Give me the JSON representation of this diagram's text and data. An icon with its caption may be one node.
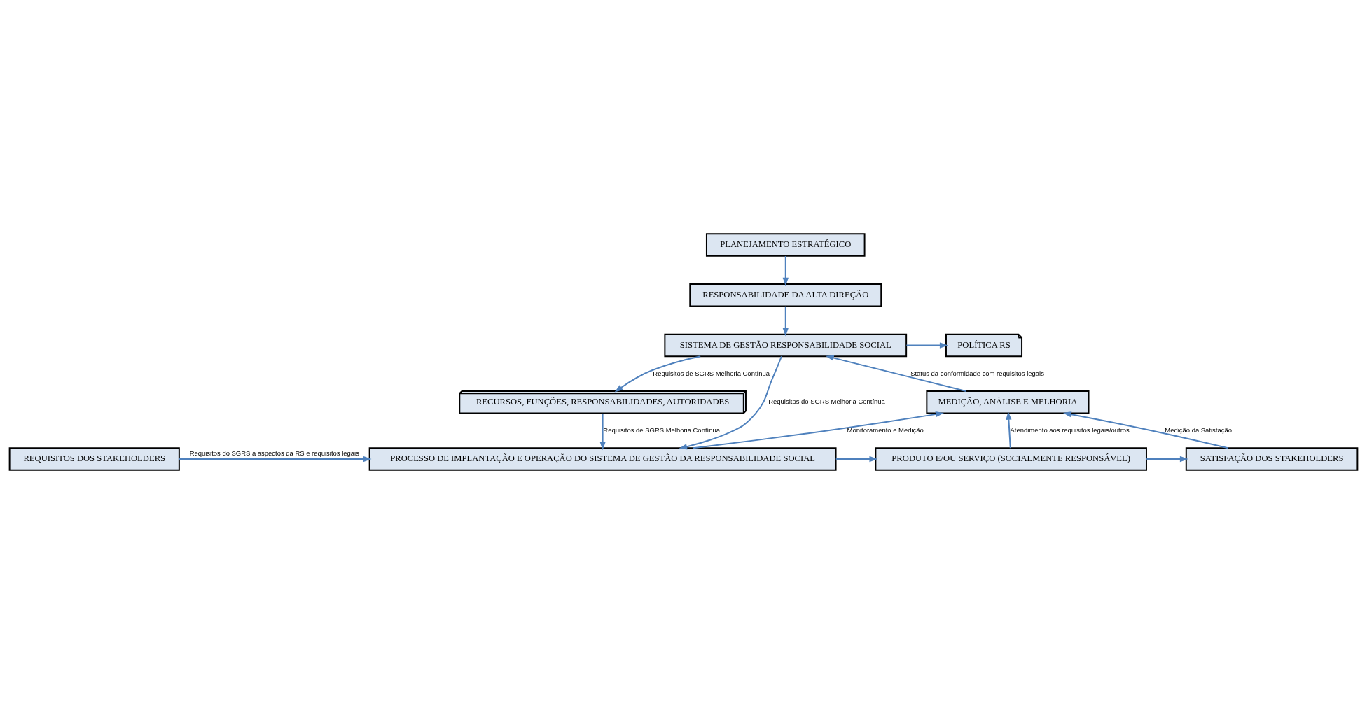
{
  "diagram": {
    "nodes": [
      {
        "text": [
          "PLANEJAMENTO ESTRATÉGICO"
        ]
      },
      {
        "text": [
          "RESPONSABILIDADE DA ALTA DIREÇÃO"
        ]
      },
      {
        "text": [
          "SISTEMA DE GESTÃO RESPONSABILIDADE SOCIAL"
        ]
      },
      {
        "text": [
          "POLÍTICA RS"
        ]
      },
      {
        "text": [
          "RECURSOS, FUNÇÕES, RESPONSABILIDADES, AUTORIDADES"
        ]
      },
      {
        "text": [
          "MEDIÇÃO, ANÁLISE E MELHORIA"
        ]
      },
      {
        "text": [
          "REQUISITOS DOS STAKEHOLDERS"
        ]
      },
      {
        "text": [
          "PROCESSO DE IMPLANTAÇÃO E OPERAÇÃO DO SISTEMA DE GESTÃO DA RESPONSABILIDADE SOCIAL"
        ]
      },
      {
        "text": [
          "PRODUTO E/OU SERVIÇO (SOCIALMENTE RESPONSÁVEL)"
        ]
      },
      {
        "text": [
          "SATISFAÇÃO DOS STAKEHOLDERS"
        ]
      }
    ],
    "edges": [
      {
        "from": 0,
        "to": 1,
        "arrow": "to"
      },
      {
        "from": 1,
        "to": 2,
        "arrow": "to"
      },
      {
        "from": 5,
        "to": 2,
        "arrow": "to",
        "label": "Status da conformidade com requisitos legais"
      },
      {
        "from": 2,
        "to": 3,
        "arrow": "to"
      },
      {
        "from": 2,
        "to": 4,
        "arrow": "to",
        "label": "Requisitos de SGRS Melhoria Contínua"
      },
      {
        "from": 2,
        "to": 7,
        "arrow": "to",
        "label": "Requisitos do SGRS Melhoria Contínua"
      },
      {
        "from": 4,
        "to": 7,
        "arrow": "to",
        "label": "Requisitos de SGRS Melhoria Contínua"
      },
      {
        "from": 6,
        "to": 7,
        "arrow": "to",
        "label": "Requisitos do SGRS a aspectos da RS e requisitos legais"
      },
      {
        "from": 7,
        "to": 5,
        "arrow": "to",
        "label": "Monitoramento e Medição"
      },
      {
        "from": 7,
        "to": 8,
        "arrow": "to"
      },
      {
        "from": 8,
        "to": 5,
        "arrow": "to",
        "label": "Atendimento aos requisitos legais/outros"
      },
      {
        "from": 8,
        "to": 9,
        "arrow": "to"
      },
      {
        "from": 9,
        "to": 5,
        "arrow": "to",
        "label": "Medição da Satisfação"
      }
    ]
  }
}
